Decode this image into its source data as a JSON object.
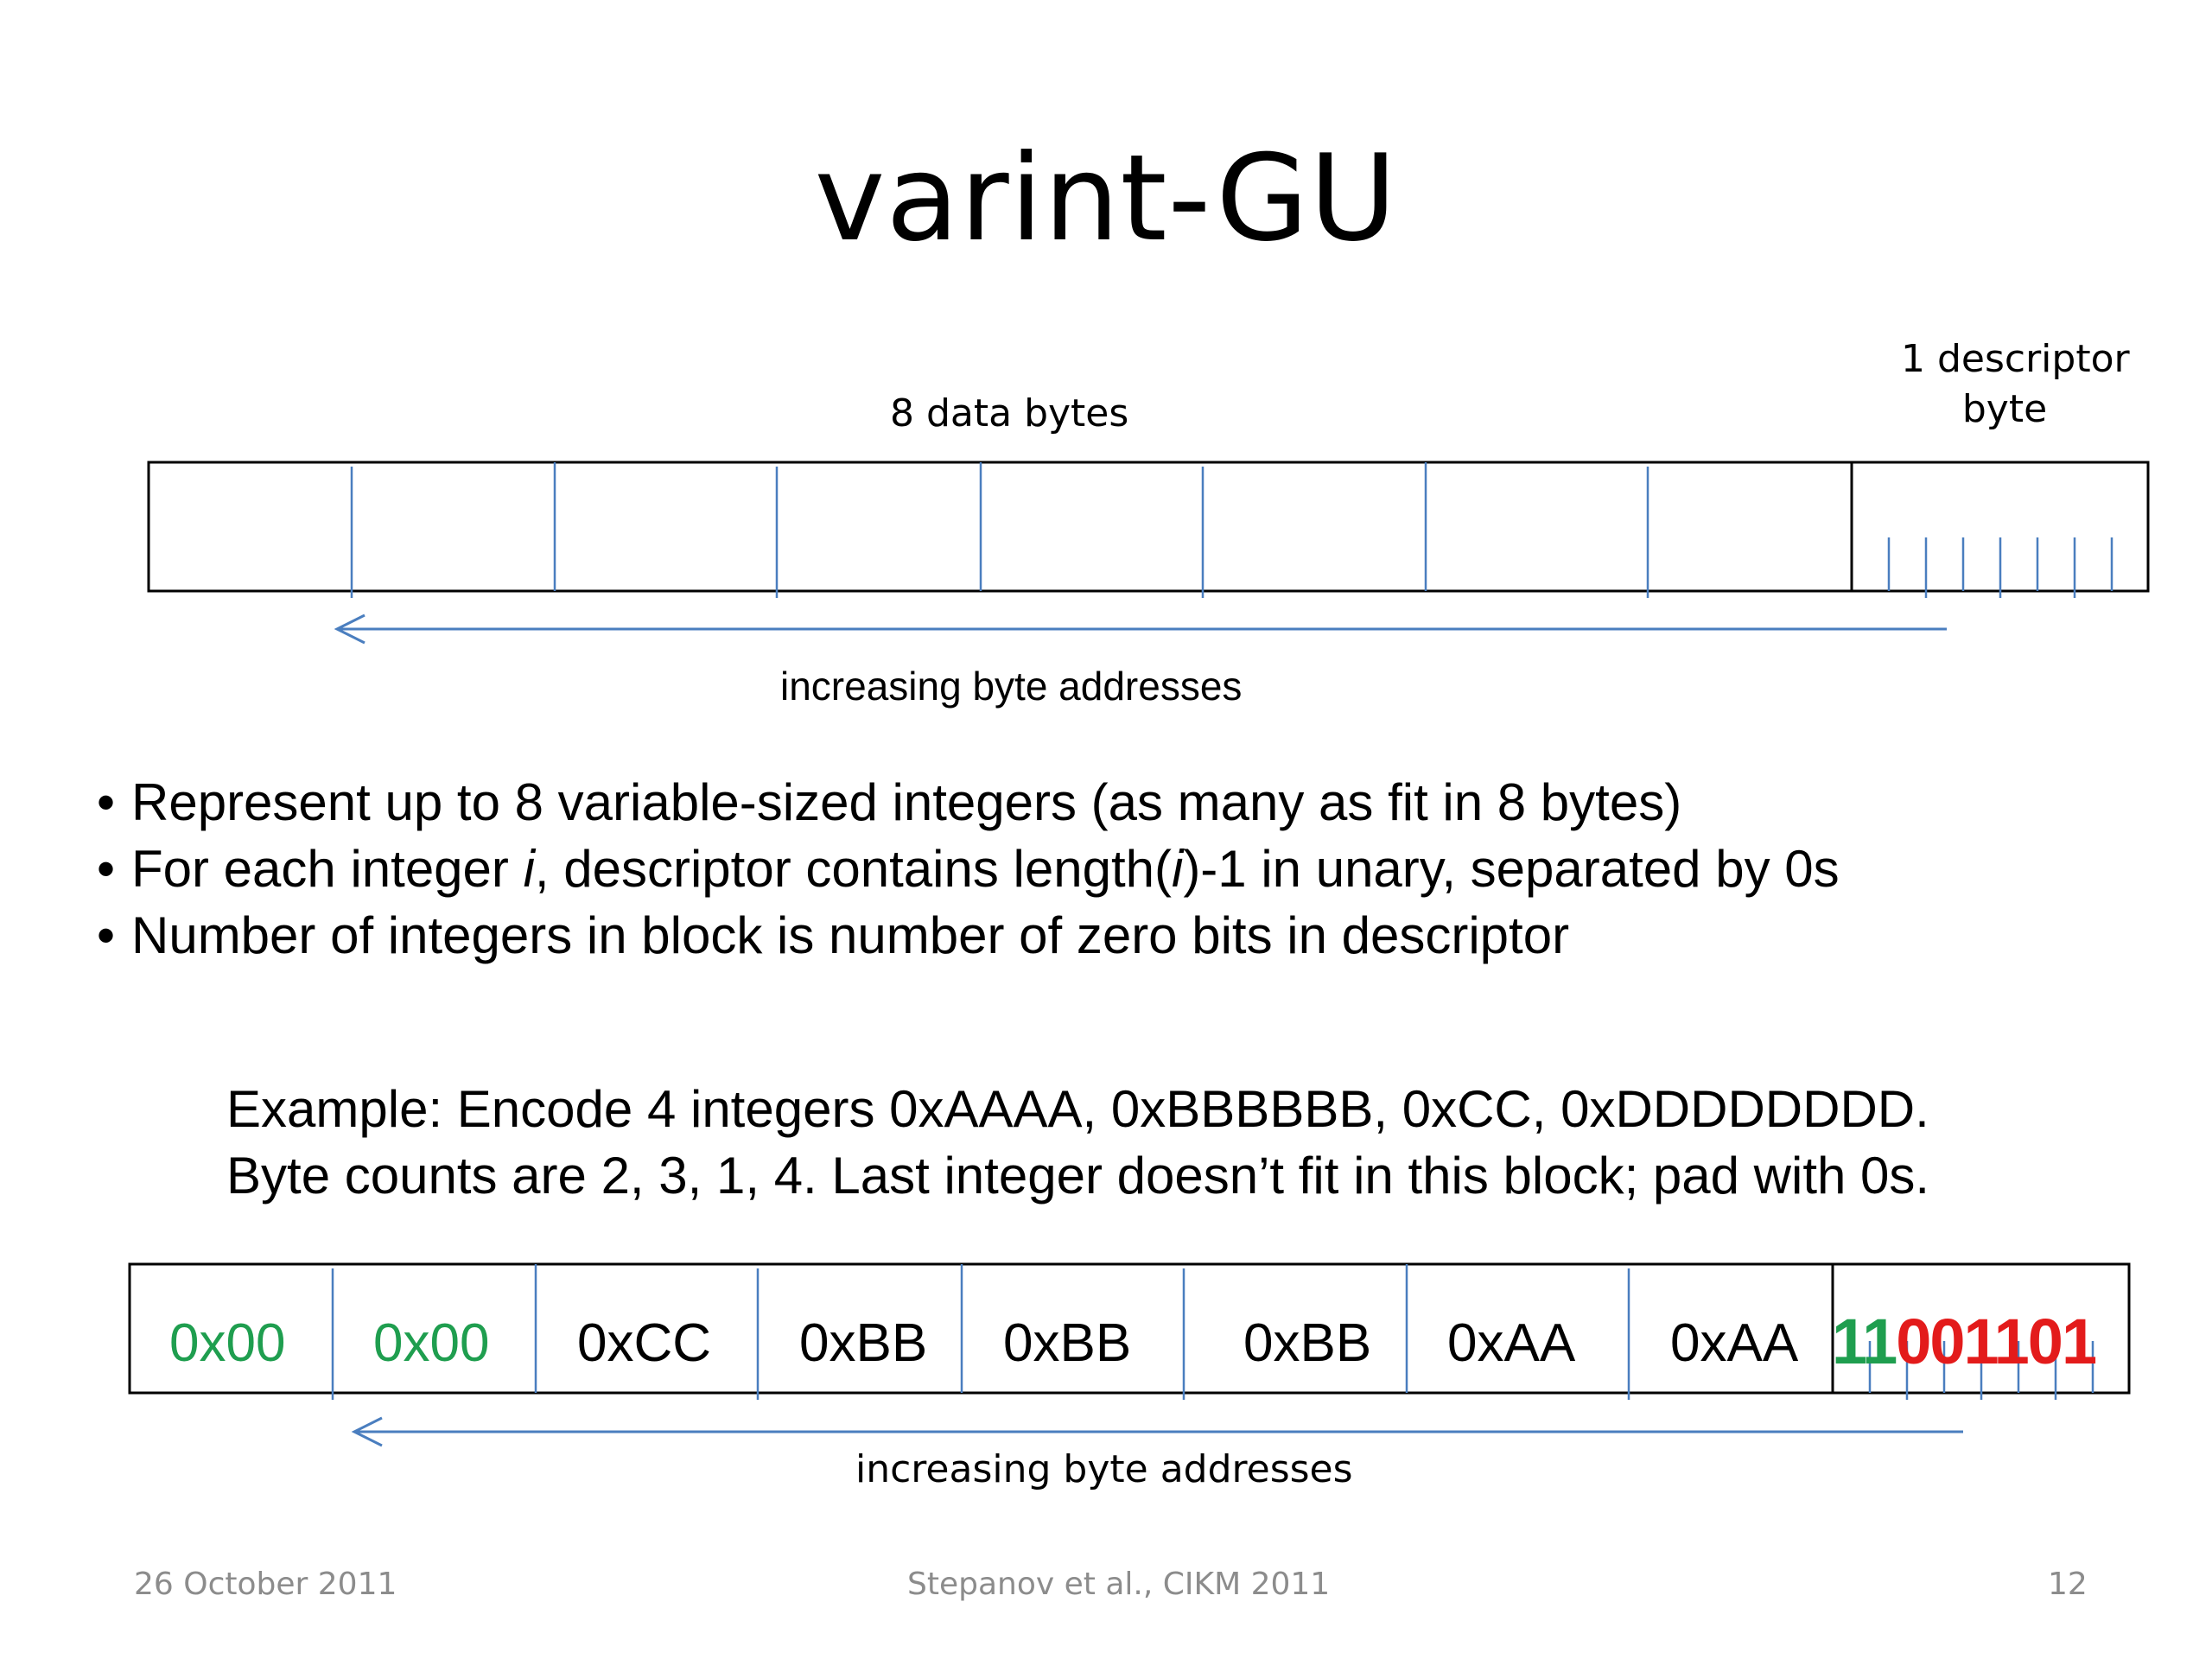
{
  "slide": {
    "title": "varint-GU",
    "top_diagram": {
      "data_bytes_label": "8 data bytes",
      "descriptor_label_line1": "1 descriptor",
      "descriptor_label_line2": "byte",
      "arrow_label": "increasing byte addresses"
    },
    "bullets": [
      {
        "text_parts": [
          "Represent up to 8 variable-sized integers (as many as fit in 8 bytes)"
        ]
      },
      {
        "text_parts": [
          "For each integer ",
          "i",
          ", descriptor contains length(",
          "i",
          ")-1 in unary, separated by 0s"
        ]
      },
      {
        "text_parts": [
          "Number of integers in block is number of zero bits in descriptor"
        ]
      }
    ],
    "bullet_symbol": "•",
    "example": {
      "line1": "Example:  Encode 4 integers 0xAAAA, 0xBBBBBB, 0xCC, 0xDDDDDDDD.",
      "line2": "Byte counts are 2, 3, 1, 4.  Last integer doesn’t fit in this block; pad with 0s."
    },
    "bottom_diagram": {
      "cells": [
        {
          "text": "0x00",
          "color": "#1f9e4f"
        },
        {
          "text": "0x00",
          "color": "#1f9e4f"
        },
        {
          "text": "0xCC",
          "color": "#000000"
        },
        {
          "text": "0xBB",
          "color": "#000000"
        },
        {
          "text": "0xBB",
          "color": "#000000"
        },
        {
          "text": "0xBB",
          "color": "#000000"
        },
        {
          "text": "0xAA",
          "color": "#000000"
        },
        {
          "text": "0xAA",
          "color": "#000000"
        }
      ],
      "descriptor_bits": [
        {
          "bit": "1",
          "color": "#1f9e4f"
        },
        {
          "bit": "1",
          "color": "#1f9e4f"
        },
        {
          "bit": "0",
          "color": "#e31b1b"
        },
        {
          "bit": "0",
          "color": "#e31b1b"
        },
        {
          "bit": "1",
          "color": "#e31b1b"
        },
        {
          "bit": "1",
          "color": "#e31b1b"
        },
        {
          "bit": "0",
          "color": "#e31b1b"
        },
        {
          "bit": "1",
          "color": "#e31b1b"
        }
      ],
      "arrow_label": "increasing byte addresses"
    },
    "footer": {
      "date": "26 October 2011",
      "citation": "Stepanov et al., CIKM 2011",
      "page_number": "12"
    },
    "colors": {
      "divider_blue": "#4a7ebf",
      "green": "#1f9e4f",
      "red": "#e31b1b",
      "footer_gray": "#8c8c8c"
    }
  }
}
